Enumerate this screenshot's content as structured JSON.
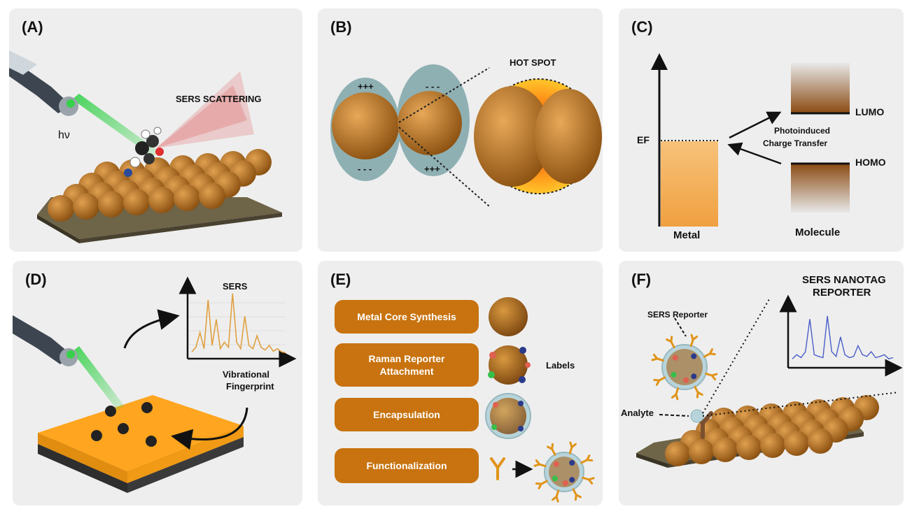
{
  "colors": {
    "panel_bg": "#eeeeee",
    "nanoparticle": "#b8731f",
    "step_box": "#c8730f",
    "laser_beam": "#35d14a",
    "scattering": "#e06060",
    "metal_band": "#f4b060",
    "orbital_band": "#8a4a12",
    "sers_spectrum_d": "#e0a040",
    "sers_spectrum_f": "#4a5ec8",
    "substrate": "#ffa51f"
  },
  "panels": {
    "a": {
      "letter": "(A)",
      "scattering_label": "SERS SCATTERING",
      "photon_label": "hν"
    },
    "b": {
      "letter": "(B)",
      "hot_spot_label": "HOT SPOT",
      "charge_top_left": "+++",
      "charge_bottom_left": "- - -",
      "charge_top_right": "- - -",
      "charge_bottom_right": "+++"
    },
    "c": {
      "letter": "(C)",
      "ef_label": "EF",
      "lumo_label": "LUMO",
      "homo_label": "HOMO",
      "transfer_line1": "Photoinduced",
      "transfer_line2": "Charge Transfer",
      "metal_label": "Metal",
      "molecule_label": "Molecule"
    },
    "d": {
      "letter": "(D)",
      "sers_label": "SERS",
      "fingerprint_line1": "Vibrational",
      "fingerprint_line2": "Fingerprint"
    },
    "e": {
      "letter": "(E)",
      "labels_text": "Labels",
      "steps": [
        {
          "label": "Metal Core Synthesis"
        },
        {
          "label": "Raman Reporter Attachment"
        },
        {
          "label": "Encapsulation"
        },
        {
          "label": "Functionalization"
        }
      ]
    },
    "f": {
      "letter": "(F)",
      "title_line1": "SERS NANOTAG",
      "title_line2": "REPORTER",
      "reporter_label": "SERS Reporter",
      "analyte_label": "Analyte"
    }
  },
  "spectra": {
    "d_peaks": [
      0.05,
      0.12,
      0.35,
      0.1,
      0.85,
      0.15,
      0.55,
      0.1,
      0.2,
      0.12,
      0.95,
      0.2,
      0.1,
      0.6,
      0.15,
      0.1,
      0.3,
      0.12,
      0.08,
      0.15,
      0.06,
      0.1,
      0.05,
      0.04
    ],
    "f_peaks": [
      0.08,
      0.15,
      0.1,
      0.2,
      0.75,
      0.15,
      0.12,
      0.1,
      0.8,
      0.2,
      0.12,
      0.45,
      0.15,
      0.1,
      0.12,
      0.3,
      0.15,
      0.12,
      0.2,
      0.1,
      0.12,
      0.15,
      0.08,
      0.1
    ]
  }
}
